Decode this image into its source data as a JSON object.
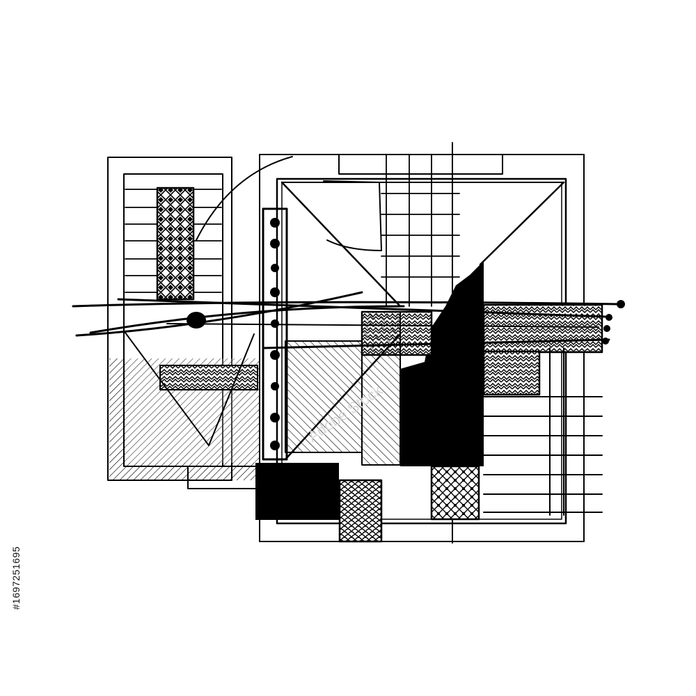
{
  "image": {
    "kind": "black ink abstract architectural sketch on white, stock illustration",
    "ink_color": "#000000",
    "paper_color": "#ffffff"
  },
  "watermark": {
    "text": "Adobe Stock",
    "color": "#d8d8d8"
  },
  "stock_id": "#1697251695"
}
